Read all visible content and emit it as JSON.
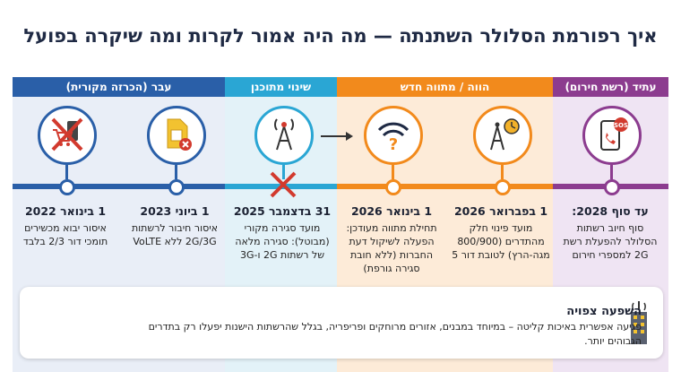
{
  "title": "איך רפורמת הסלולר השתנתה — מה היה אמור לקרות ומה שיקרה בפועל",
  "headers": {
    "past": "עבר (הכרזה מקורית)",
    "plan": "שינוי מתוכנן",
    "now": "הווה / מתווה חדש",
    "future": "עתיד (רשת חירום)"
  },
  "events": [
    {
      "date": "1 בינואר 2022",
      "desc": "איסור יבוא מכשירים תומכי דור 2/3 בלבד",
      "icon": "crossed-phone-cart-icon",
      "color": "#2a5fa8"
    },
    {
      "date": "1 ביוני 2023",
      "desc": "איסור חיבור לרשתות 2G/3G ללא VoLTE",
      "icon": "sim-card-blocked-icon",
      "color": "#2a5fa8"
    },
    {
      "date": "31 בדצמבר 2025",
      "desc": "מועד סגירה מקורי (מבוטל): סגירה מלאה של רשתות 2G ו-3G",
      "icon": "antenna-tower-icon",
      "color": "#2aa6d4"
    },
    {
      "date": "1 בינואר 2026",
      "desc": "תחילת מתווה מעודכן: הפעלה לשיקול דעת החברות (ללא חובת סגירה גורפת)",
      "icon": "wifi-question-icon",
      "color": "#f28a1c"
    },
    {
      "date": "1 בפברואר 2026",
      "desc": "מועד פינוי חלק מהתדרים (800/900 מגה-הרץ) לטובת דור 5",
      "icon": "tower-clock-icon",
      "color": "#f28a1c"
    },
    {
      "date": "עד סוף 2028:",
      "desc": "סוף חיוב רשתות הסלולר להפעלת רשת 2G למספרי חירום",
      "icon": "sos-phone-icon",
      "color": "#8c3c8f"
    }
  ],
  "impact": {
    "title": "השפעה צפויה",
    "text": "פגיעה אפשרית באיכות קליטה – במיוחד במבנים, אזורים מרוחקים ופריפריה, בגלל שהרשתות הישנות יפעלו רק בתדרים הגבוהים יותר."
  }
}
